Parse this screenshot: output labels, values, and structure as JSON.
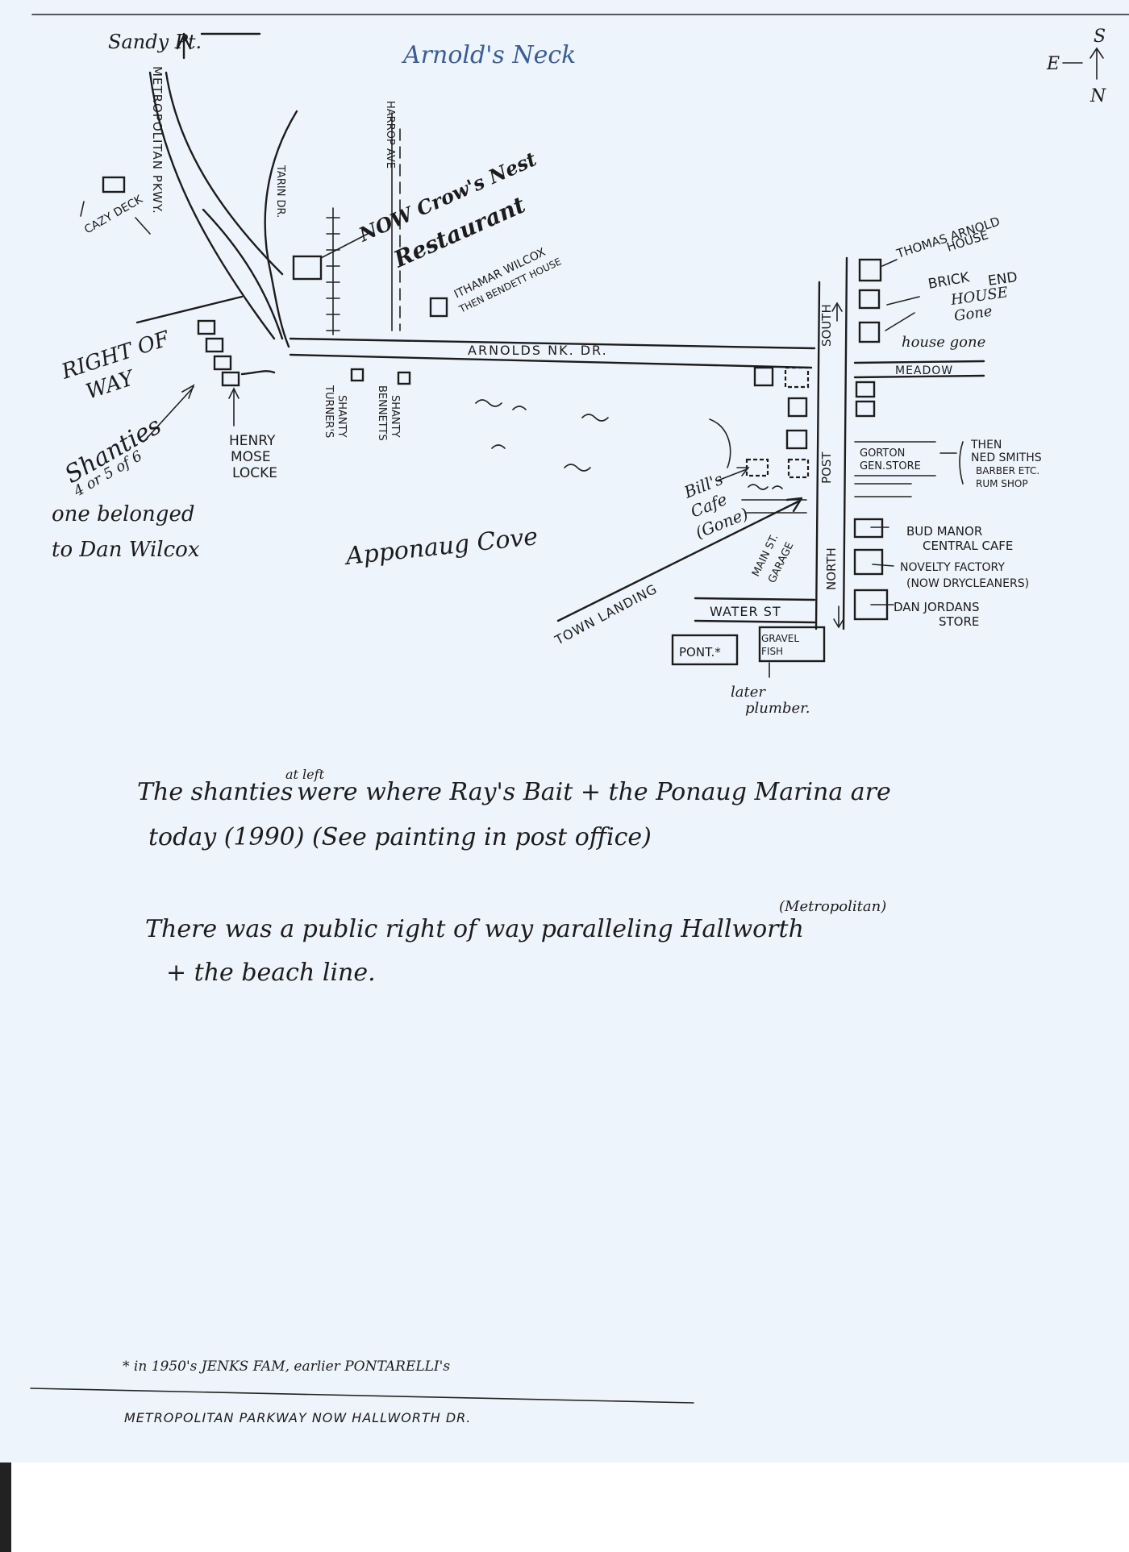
{
  "map": {
    "title": "Arnold's Neck",
    "compass": {
      "south": "S",
      "east": "E",
      "north": "N"
    },
    "roads": {
      "sandy_pt": "Sandy Pt.",
      "metropolitan_pkwy": "METROPOLITAN PKWY.",
      "tarin_dr": "TARIN DR.",
      "harrop_ave": "HARROP AVE",
      "arnolds_nk_dr": "ARNOLDS NK. DR.",
      "meadow": "MEADOW",
      "post_south": "SOUTH",
      "post": "POST",
      "post_north": "NORTH",
      "water_st": "WATER ST",
      "town_landing": "TOWN LANDING",
      "right_of_way_1": "RIGHT OF",
      "right_of_way_2": "WAY"
    },
    "places": {
      "cozy_deck": "CAZY DECK",
      "crows_nest_1": "NOW Crow's Nest",
      "crows_nest_2": "Restaurant",
      "ithamar_1": "ITHAMAR WILCOX",
      "ithamar_2": "THEN BENDETT HOUSE",
      "thomas_arnold_1": "THOMAS ARNOLD",
      "thomas_arnold_2": "HOUSE",
      "brick_1": "BRICK",
      "brick_2": "END",
      "brick_3": "HOUSE",
      "brick_4": "Gone",
      "house_gone": "house gone",
      "gorton_1": "GORTON",
      "gorton_2": "GEN.STORE",
      "ned_1": "THEN",
      "ned_2": "NED SMITHS",
      "ned_3": "BARBER ETC.",
      "ned_4": "RUM SHOP",
      "bud_manor_1": "BUD MANOR",
      "bud_manor_2": "CENTRAL CAFE",
      "novelty_1": "NOVELTY FACTORY",
      "novelty_2": "(NOW DRYCLEANERS)",
      "dan_jordan_1": "DAN JORDANS",
      "dan_jordan_2": "STORE",
      "bills_1": "Bill's",
      "bills_2": "Cafe",
      "bills_3": "(Gone)",
      "main_st_garage_1": "MAIN ST.",
      "main_st_garage_2": "GARAGE",
      "pont": "PONT.*",
      "gravel_1": "GRAVEL",
      "gravel_2": "FISH",
      "later_1": "later",
      "later_2": "plumber.",
      "henry_1": "HENRY",
      "henry_2": "MOSE",
      "henry_3": "LOCKE",
      "turners_1": "TURNER'S",
      "turners_2": "SHANTY",
      "bennetts_1": "BENNETTS",
      "bennetts_2": "SHANTY",
      "shanties_1": "Shanties",
      "shanties_2": "4 or 5 of 6",
      "dan_wilcox_1": "one belonged",
      "dan_wilcox_2": "to Dan Wilcox",
      "cove": "Apponaug Cove"
    },
    "notes": {
      "line1_a": "The shanties",
      "line1_sup": "at left",
      "line1_b": "were where Ray's Bait + the Ponaug Marina are",
      "line2": "today (1990) (See painting in post office)",
      "line3_sup": "(Metropolitan)",
      "line3": "There was a public right of way paralleling Hallworth",
      "line4": "+ the beach line."
    },
    "footnote": {
      "line1": "* in 1950's JENKS FAM, earlier PONTARELLI's",
      "line2": "METROPOLITAN PARKWAY NOW HALLWORTH DR."
    }
  }
}
